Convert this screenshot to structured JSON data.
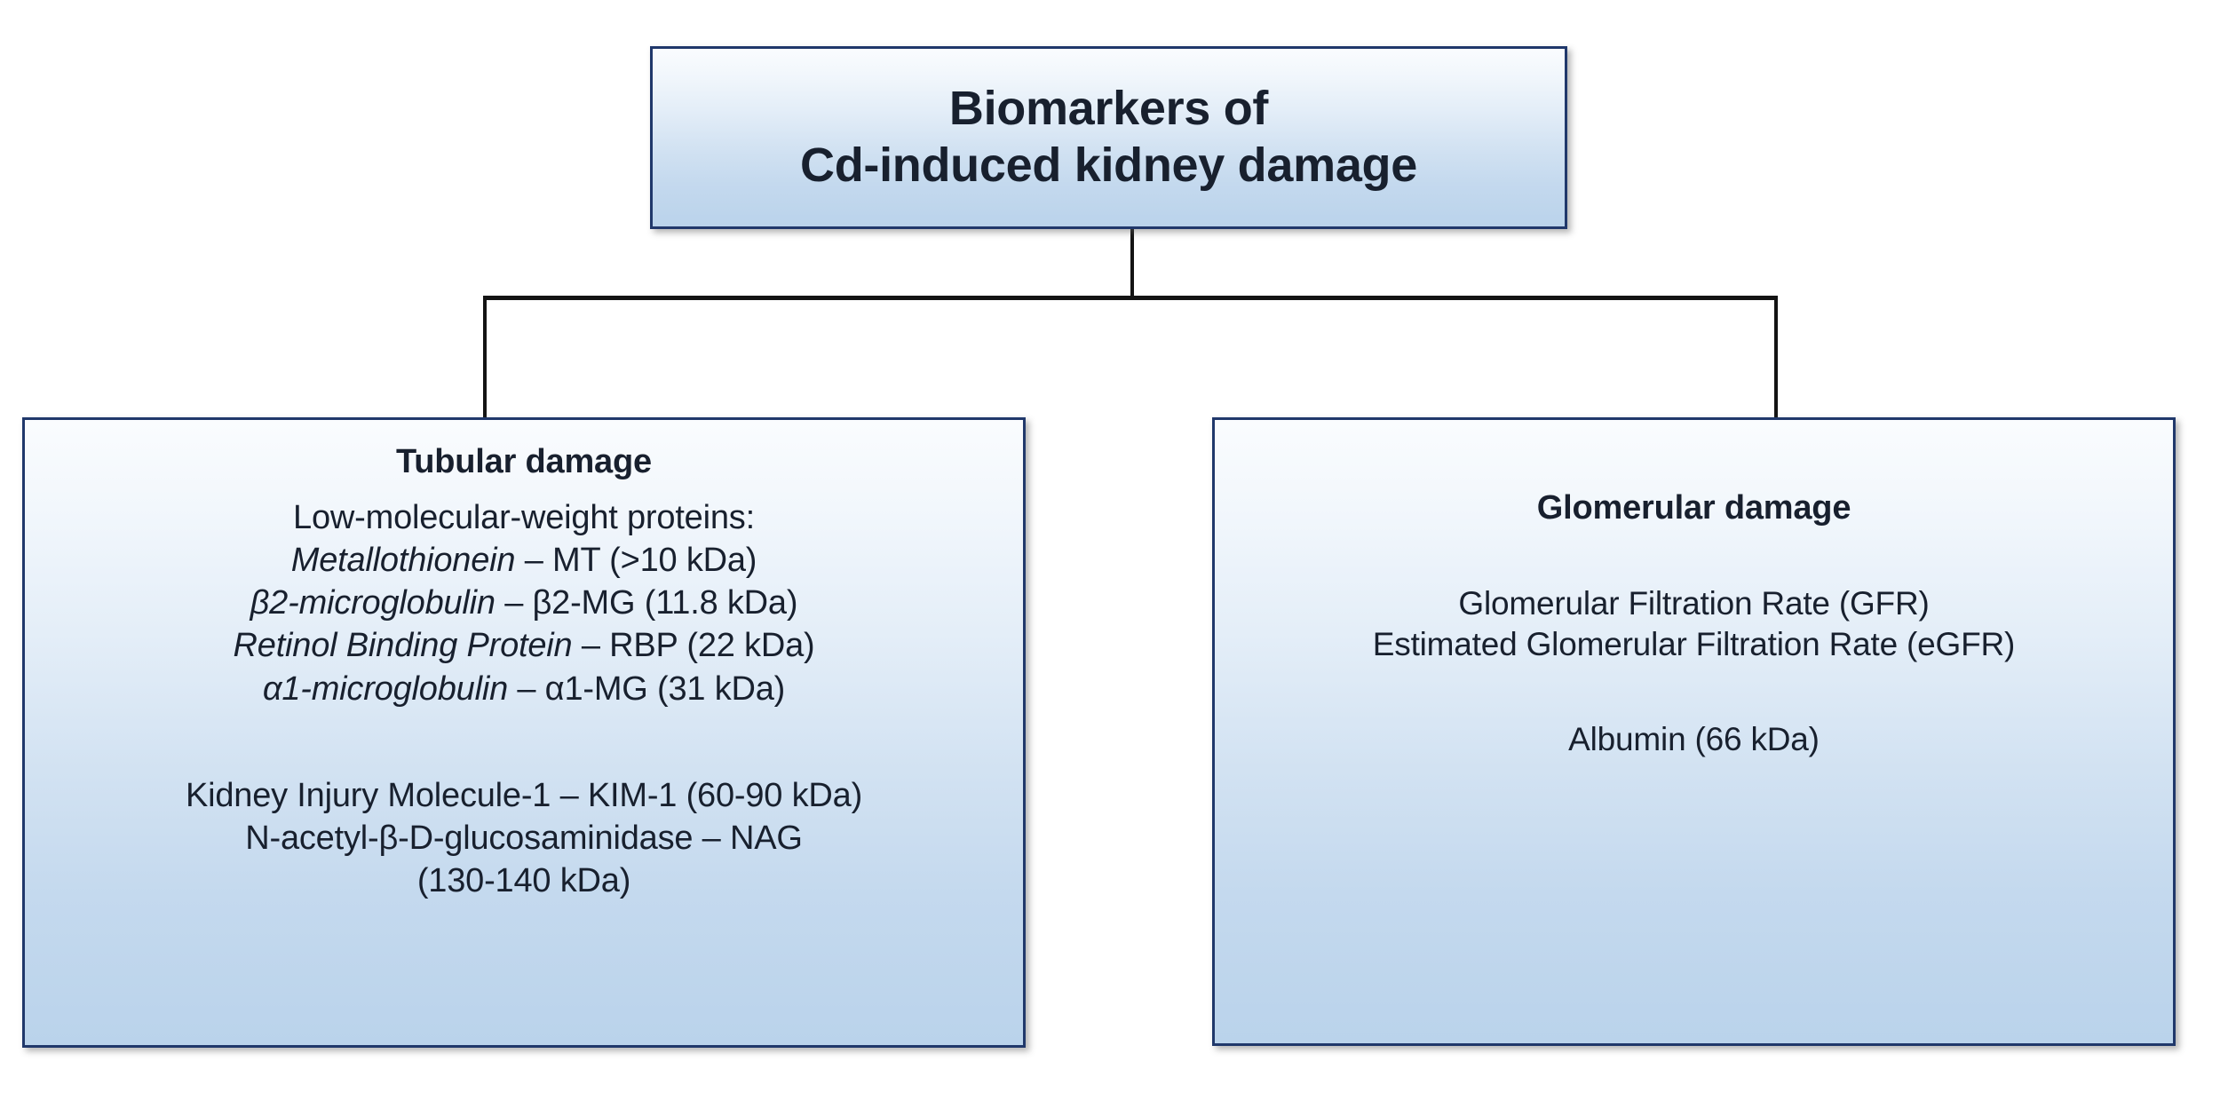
{
  "diagram": {
    "root": {
      "title_lines": [
        "Biomarkers of",
        "Cd-induced kidney damage"
      ]
    },
    "children": [
      {
        "id": "tubular",
        "heading": "Tubular damage",
        "group_label": "Low-molecular-weight proteins:",
        "lmw_proteins": [
          {
            "name": "Metallothionein",
            "abbrev": "MT",
            "mass": "(>10 kDa)",
            "separator": "–"
          },
          {
            "name": "β2-microglobulin",
            "abbrev": "β2-MG",
            "mass": "(11.8 kDa)",
            "separator": "–"
          },
          {
            "name": "Retinol Binding Protein",
            "abbrev": "RBP",
            "mass": "(22 kDa)",
            "separator": "–"
          },
          {
            "name": "α1-microglobulin",
            "abbrev": "α1-MG",
            "mass": "(31 kDa)",
            "separator": "–"
          }
        ],
        "other_markers": [
          {
            "line1": "Kidney Injury Molecule-1 – KIM-1 (60-90 kDa)"
          },
          {
            "line1": "N-acetyl-β-D-glucosaminidase – NAG",
            "line2": "(130-140 kDa)"
          }
        ]
      },
      {
        "id": "glomerular",
        "heading": "Glomerular damage",
        "markers": [
          "Glomerular Filtration Rate (GFR)",
          "Estimated Glomerular Filtration Rate (eGFR)"
        ],
        "extra_markers": [
          "Albumin (66 kDa)"
        ]
      }
    ],
    "colors": {
      "border": "#20386b",
      "text": "#18202e",
      "fill_top": "#fafcfe",
      "fill_bottom": "#bad3eb",
      "connector": "#141414",
      "background": "#ffffff"
    }
  }
}
